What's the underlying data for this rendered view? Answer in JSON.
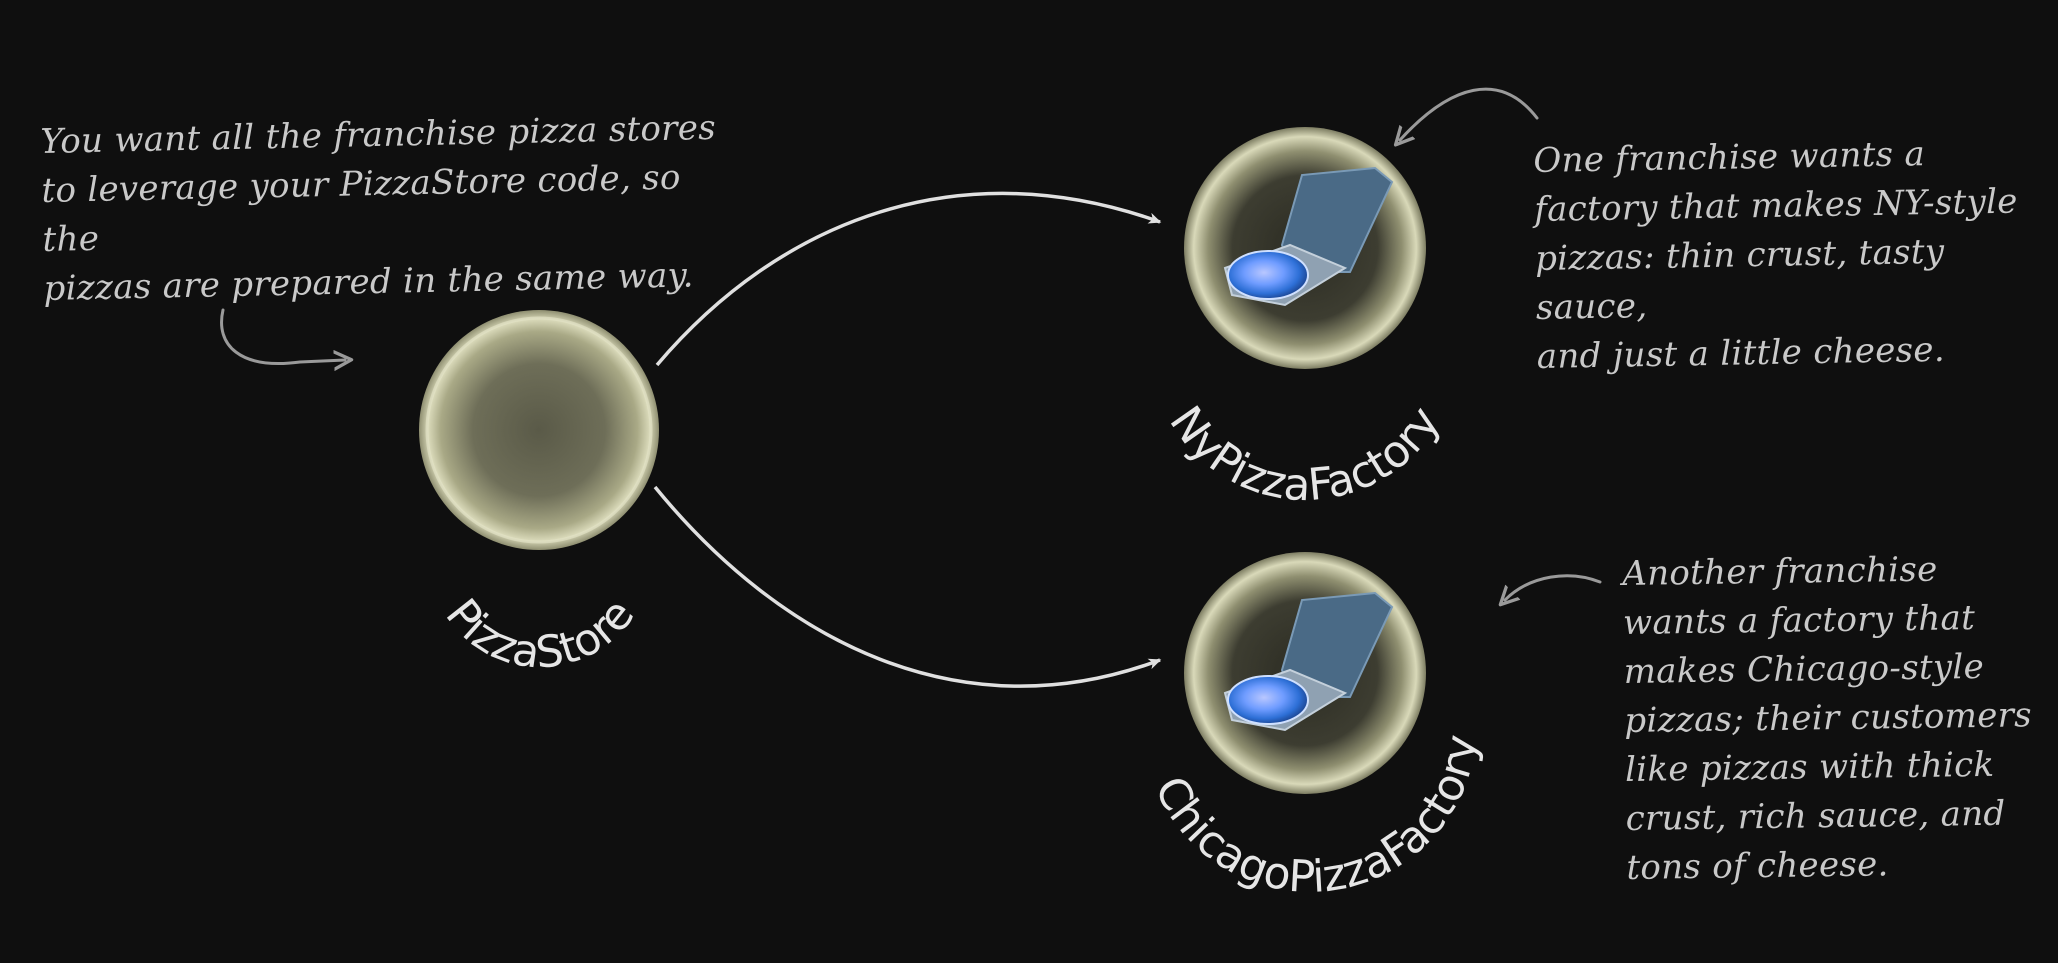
{
  "diagram": {
    "nodes": [
      {
        "id": "pizza-store",
        "label": "PizzaStore",
        "icon": "pizza-dough-circle"
      },
      {
        "id": "ny-factory",
        "label": "NyPizzaFactory",
        "icon": "pizza-box-icon"
      },
      {
        "id": "chicago-factory",
        "label": "ChicagoPizzaFactory",
        "icon": "pizza-box-icon"
      }
    ],
    "edges": [
      {
        "from": "pizza-store",
        "to": "ny-factory"
      },
      {
        "from": "pizza-store",
        "to": "chicago-factory"
      }
    ],
    "annotations": {
      "left": "You want all the franchise pizza stores\nto leverage your PizzaStore code, so the\npizzas are prepared in the same way.",
      "ny": "One franchise wants a\nfactory that makes NY-style\npizzas: thin crust, tasty sauce,\nand just a little cheese.",
      "chicago": "Another franchise\nwants a factory that\nmakes Chicago-style\npizzas; their customers\nlike pizzas with thick\ncrust, rich sauce, and\ntons of cheese."
    },
    "colors": {
      "background": "#0f0f0f",
      "circle_fill": "#c9c9a6",
      "circle_rim": "#e3e3c6",
      "arrow": "#e0e0e0",
      "annotation_text": "#c9c9c9",
      "box": "#4a6a86",
      "pizza": "#6fa8ff"
    }
  }
}
